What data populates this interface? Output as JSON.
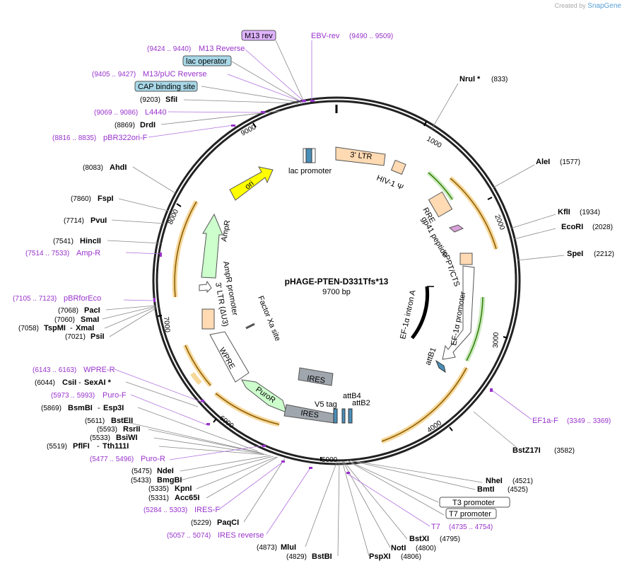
{
  "credit": {
    "prefix": "Created by",
    "brand": "SnapGene"
  },
  "plasmid": {
    "name": "pHAGE-PTEN-D331Tfs*13",
    "length_label": "9700 bp",
    "length": 9700
  },
  "ticks": [
    "1000",
    "2000",
    "3000",
    "4000",
    "5000",
    "6000",
    "7000",
    "8000",
    "9000"
  ],
  "enzymes_right": [
    {
      "name": "NruI *",
      "pos": "(833)"
    },
    {
      "name": "AleI",
      "pos": "(1577)"
    },
    {
      "name": "KflI",
      "pos": "(1934)"
    },
    {
      "name": "EcoRI",
      "pos": "(2028)"
    },
    {
      "name": "SpeI",
      "pos": "(2212)"
    },
    {
      "name": "BstZ17I",
      "pos": "(3582)"
    },
    {
      "name": "NheI",
      "pos": "(4521)"
    },
    {
      "name": "BmtI",
      "pos": "(4525)"
    },
    {
      "name": "BstXI",
      "pos": "(4795)"
    },
    {
      "name": "NotI",
      "pos": "(4800)"
    },
    {
      "name": "PspXI",
      "pos": "(4806)"
    },
    {
      "name": "BstBI",
      "pos": "(4829)"
    },
    {
      "name": "MluI",
      "pos": "(4873)"
    }
  ],
  "enzymes_left": [
    {
      "name": "SfiI",
      "pos": "(9203)"
    },
    {
      "name": "DrdI",
      "pos": "(8869)"
    },
    {
      "name": "AhdI",
      "pos": "(8083)"
    },
    {
      "name": "FspI",
      "pos": "(7860)"
    },
    {
      "name": "PvuI",
      "pos": "(7714)"
    },
    {
      "name": "HincII",
      "pos": "(7541)"
    },
    {
      "name": "PacI",
      "pos": "(7068)"
    },
    {
      "name": "SmaI",
      "pos": "(7060)"
    },
    {
      "name": "TspMI",
      "pos": "(7058)",
      "extra": "XmaI"
    },
    {
      "name": "PsiI",
      "pos": "(7021)"
    },
    {
      "name": "CsiI",
      "pos": "(6044)",
      "extra": "SexAI *"
    },
    {
      "name": "BsmBI",
      "pos": "(5869)",
      "extra": "Esp3I"
    },
    {
      "name": "BstEII",
      "pos": "(5611)"
    },
    {
      "name": "RsrII",
      "pos": "(5593)"
    },
    {
      "name": "BsiWI",
      "pos": "(5533)"
    },
    {
      "name": "PflFI",
      "pos": "(5519)",
      "extra": "Tth111I"
    },
    {
      "name": "NdeI",
      "pos": "(5475)"
    },
    {
      "name": "BmgBI",
      "pos": "(5433)"
    },
    {
      "name": "KpnI",
      "pos": "(5335)"
    },
    {
      "name": "Acc65I",
      "pos": "(5331)"
    },
    {
      "name": "PaqCI",
      "pos": "(5229)"
    }
  ],
  "primers": [
    {
      "name": "EBV-rev",
      "pos": "(9490 .. 9509)"
    },
    {
      "name": "M13 Reverse",
      "pos": "(9424 .. 9440)"
    },
    {
      "name": "M13/pUC Reverse",
      "pos": "(9405 .. 9427)"
    },
    {
      "name": "L4440",
      "pos": "(9069 .. 9086)"
    },
    {
      "name": "pBR322ori-F",
      "pos": "(8816 .. 8835)"
    },
    {
      "name": "Amp-R",
      "pos": "(7514 .. 7533)"
    },
    {
      "name": "pBRforEco",
      "pos": "(7105 .. 7123)"
    },
    {
      "name": "WPRE-R",
      "pos": "(6143 .. 6163)"
    },
    {
      "name": "Puro-F",
      "pos": "(5973 .. 5993)"
    },
    {
      "name": "Puro-R",
      "pos": "(5477 .. 5496)"
    },
    {
      "name": "IRES-F",
      "pos": "(5284 .. 5303)"
    },
    {
      "name": "IRES reverse",
      "pos": "(5057 .. 5074)"
    },
    {
      "name": "EF1a-F",
      "pos": "(3349 .. 3369)"
    },
    {
      "name": "T7",
      "pos": "(4735 .. 4754)"
    }
  ],
  "boxed": [
    {
      "name": "M13 rev",
      "color": "#e0b3ff"
    },
    {
      "name": "lac operator",
      "color": "#a8d8e8"
    },
    {
      "name": "CAP binding site",
      "color": "#a8d8e8"
    },
    {
      "name": "T3 promoter",
      "color": "#ffffff"
    },
    {
      "name": "T7 promoter",
      "color": "#ffffff"
    }
  ],
  "features": {
    "lac_promoter": "lac promoter",
    "ltr3": "3' LTR",
    "hiv_psi": "HIV-1 Ψ",
    "rre": "RRE",
    "gp41": "gp41 peptide",
    "cppt": "cPPT/CTS",
    "ef1a_intron": "EF-1α intron A",
    "ef1a_promoter": "EF-1α promoter",
    "attb1": "attB1",
    "attb4": "attB4",
    "attb2": "attB2",
    "v5": "V5 tag",
    "ires1": "IRES",
    "ires2": "IRES",
    "puror": "PuroR",
    "wpre": "WPRE",
    "ltr3_auj3": "3' LTR (ΔU3)",
    "factor_xa": "Factor Xa site",
    "ampr_promoter": "AmpR promoter",
    "ampr": "AmpR",
    "ori": "ori"
  },
  "colors": {
    "primer": "#9933cc",
    "ori": "#ffff00",
    "ampr": "#ccffcc",
    "ltr": "#ffdab3",
    "ires": "#a0a6ad",
    "orf": "#e7b54a"
  }
}
